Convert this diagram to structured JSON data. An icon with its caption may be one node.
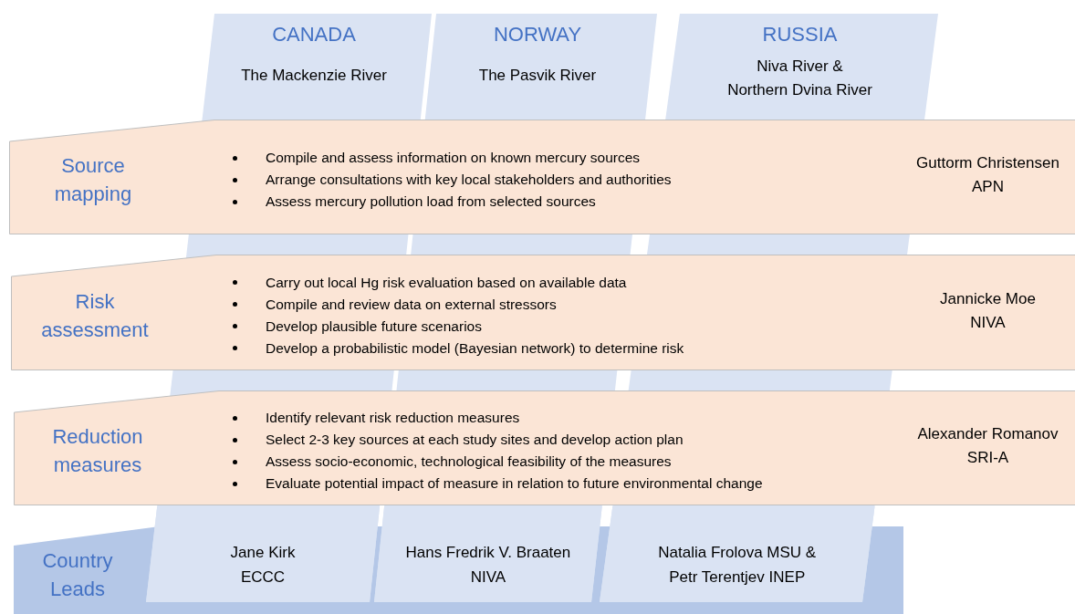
{
  "diagram": {
    "nodes": [
      {
        "text": [
          "CANADA",
          "The Mackenzie River"
        ]
      },
      {
        "text": [
          "NORWAY",
          "The Pasvik River"
        ]
      },
      {
        "text": [
          "RUSSIA",
          "Niva River &",
          "Northern Dvina River"
        ]
      },
      {
        "text": [
          "Source mapping",
          "Compile and assess information on known mercury sources",
          "Arrange consultations with key local stakeholders and authorities",
          "Assess mercury pollution load from selected sources",
          "Guttorm Christensen",
          "APN"
        ]
      },
      {
        "text": [
          "Risk assessment",
          "Carry out local Hg risk evaluation based on available data",
          "Compile and review data on external stressors",
          "Develop plausible future scenarios",
          "Develop a probabilistic model (Bayesian network) to determine risk",
          "Jannicke Moe",
          "NIVA"
        ]
      },
      {
        "text": [
          "Reduction measures",
          "Identify relevant risk reduction measures",
          "Select 2-3 key sources at each study sites and develop action plan",
          "Assess socio-economic, technological feasibility of the measures",
          "Evaluate potential impact of measure in relation to future environmental change",
          "Alexander Romanov",
          "SRI-A"
        ]
      },
      {
        "text": [
          "Country Leads"
        ]
      },
      {
        "text": [
          "Jane Kirk",
          "ECCC"
        ]
      },
      {
        "text": [
          "Hans Fredrik V. Braaten",
          "NIVA"
        ]
      },
      {
        "text": [
          "Natalia Frolova MSU &",
          "Petr Terentjev INEP"
        ]
      }
    ]
  }
}
